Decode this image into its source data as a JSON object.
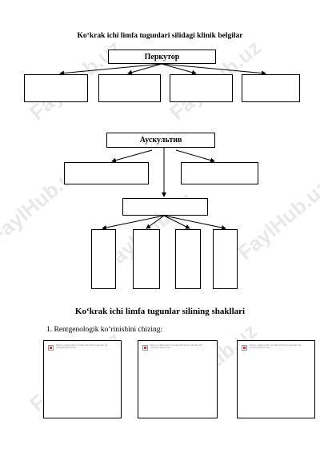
{
  "section1": {
    "title": "Koʻkrak ichi limfa tugunlari silidagi klinik belgilar",
    "top_box_1": "Перкутор",
    "top_box_2": "Аускультив"
  },
  "section2": {
    "title": "Koʻkrak ichi limfa tugunlar silining shakllari",
    "question": "1. Rentgenologik koʻrinishini chizing:",
    "image_captions": [
      "Rasm yuklanmadi: koʻkrak ichi limfa tugunlari sili rentgenogrammasi",
      "Rasm yuklanmadi: koʻkrak ichi limfa tugunlari sili rentgenogrammasi",
      "Rasm yuklanmadi: koʻkrak ichi limfa tugunlari sili rentgenogrammasi"
    ]
  },
  "watermark": "FaylHub.uz"
}
